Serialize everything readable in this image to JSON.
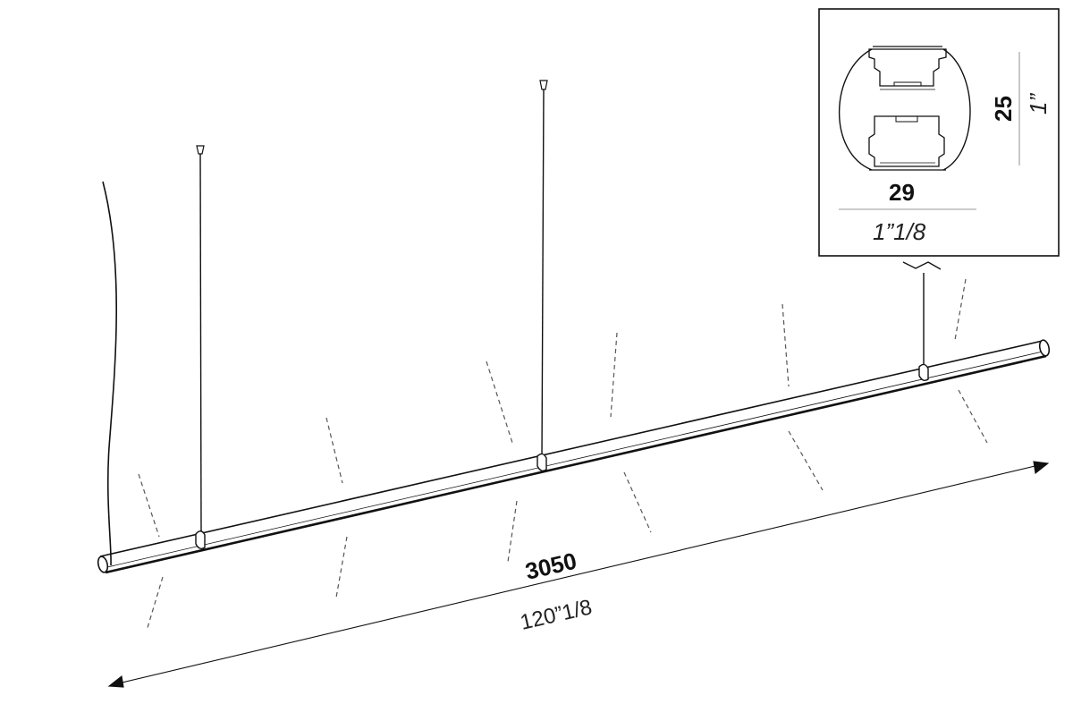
{
  "length_dimension": {
    "metric": "3050",
    "imperial": "120”1/8"
  },
  "profile_detail": {
    "height_metric": "25",
    "height_imperial": "1”",
    "width_metric": "29",
    "width_imperial": "1”1/8"
  },
  "colors": {
    "line": "#111111",
    "dashed": "#555555"
  }
}
